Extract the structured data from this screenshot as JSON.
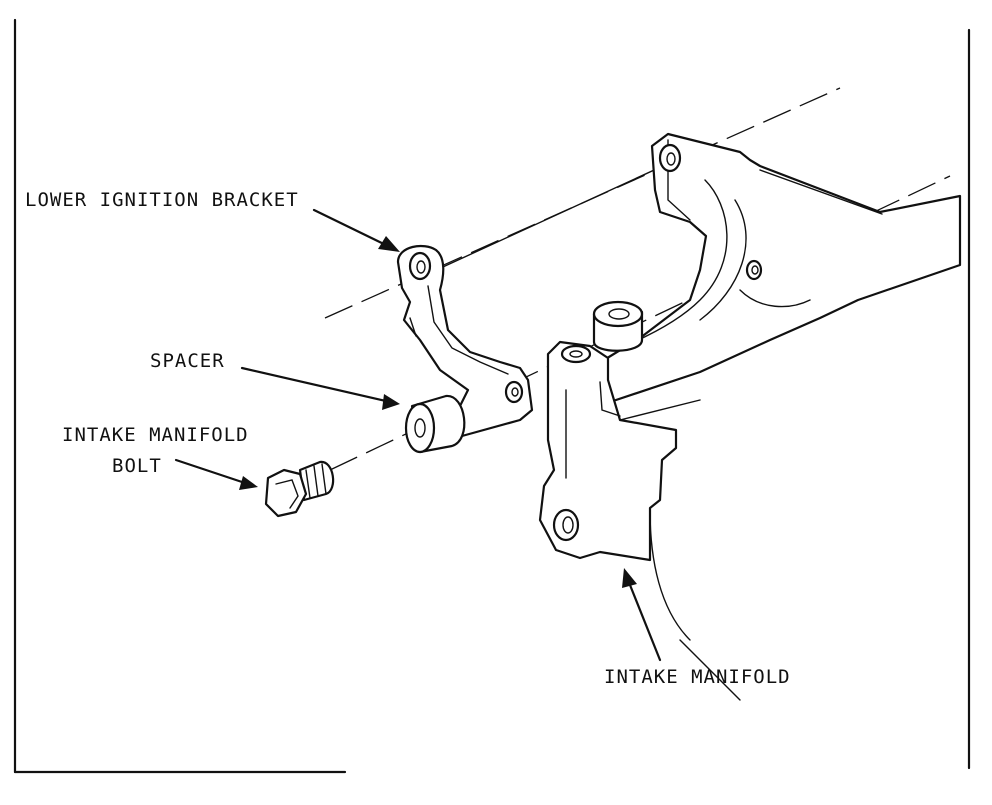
{
  "labels": {
    "lower_ignition_bracket": "LOWER IGNITION BRACKET",
    "spacer": "SPACER",
    "intake_manifold_bolt_line1": "INTAKE MANIFOLD",
    "intake_manifold_bolt_line2": "BOLT",
    "intake_manifold": "INTAKE MANIFOLD"
  }
}
